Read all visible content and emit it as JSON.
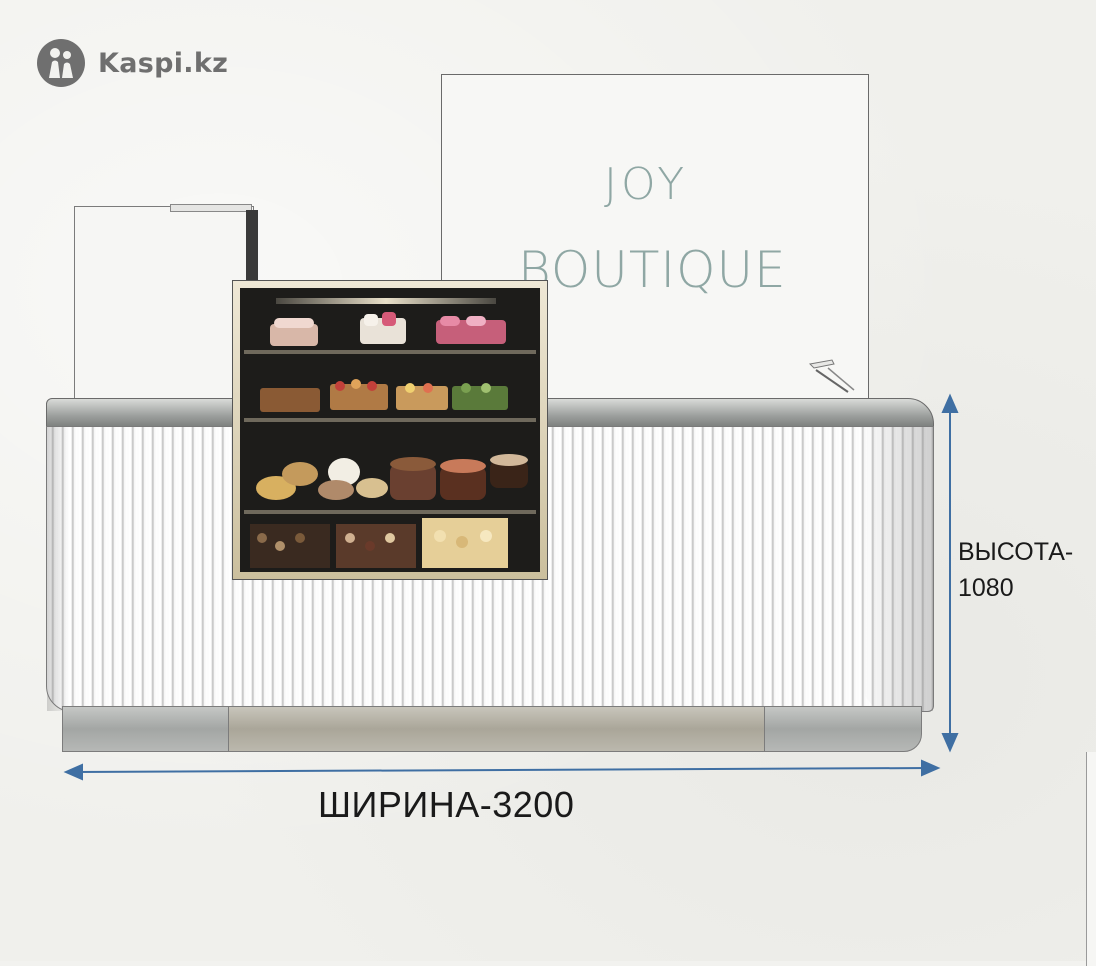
{
  "watermark": {
    "text": "Kaspi.kz",
    "icon": "kaspi-logo-icon"
  },
  "sign": {
    "line1": "JOY",
    "line2": "BOUTIQUE"
  },
  "dimensions": {
    "width_label": "ШИРИНА-3200",
    "height_label_line1": "ВЫСОТА-",
    "height_label_line2": "1080"
  },
  "colors": {
    "sign_text": "#8fa7a4",
    "dimension_arrow": "#3f6fa3",
    "watermark": "#6f6f6f"
  }
}
